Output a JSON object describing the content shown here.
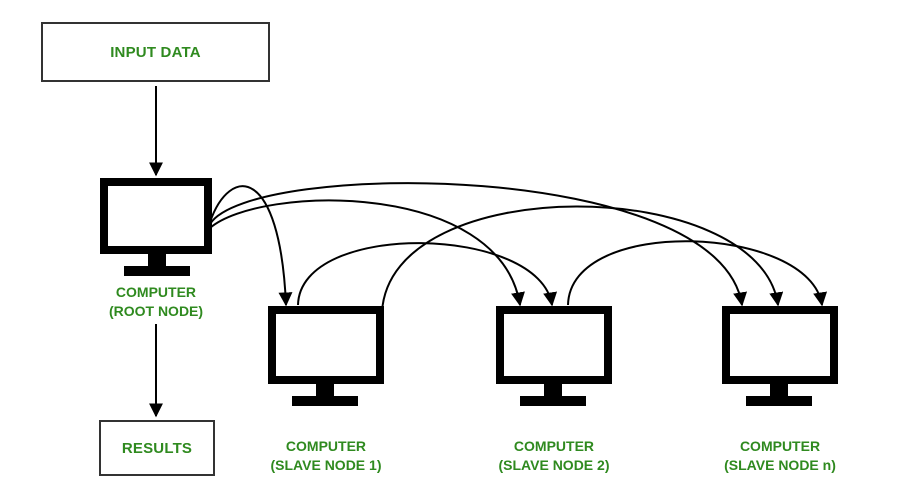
{
  "input_box": {
    "text": "INPUT DATA"
  },
  "results_box": {
    "text": "RESULTS"
  },
  "root": {
    "line1": "COMPUTER",
    "line2": "(ROOT NODE)"
  },
  "slaves": [
    {
      "line1": "COMPUTER",
      "line2": "(SLAVE NODE 1)"
    },
    {
      "line1": "COMPUTER",
      "line2": "(SLAVE NODE 2)"
    },
    {
      "line1": "COMPUTER",
      "line2": "(SLAVE NODE n)"
    }
  ],
  "colors": {
    "label": "#2f8a1f",
    "line": "#000000",
    "box_border": "#333333"
  },
  "icons": {
    "computer": "monitor-icon"
  }
}
